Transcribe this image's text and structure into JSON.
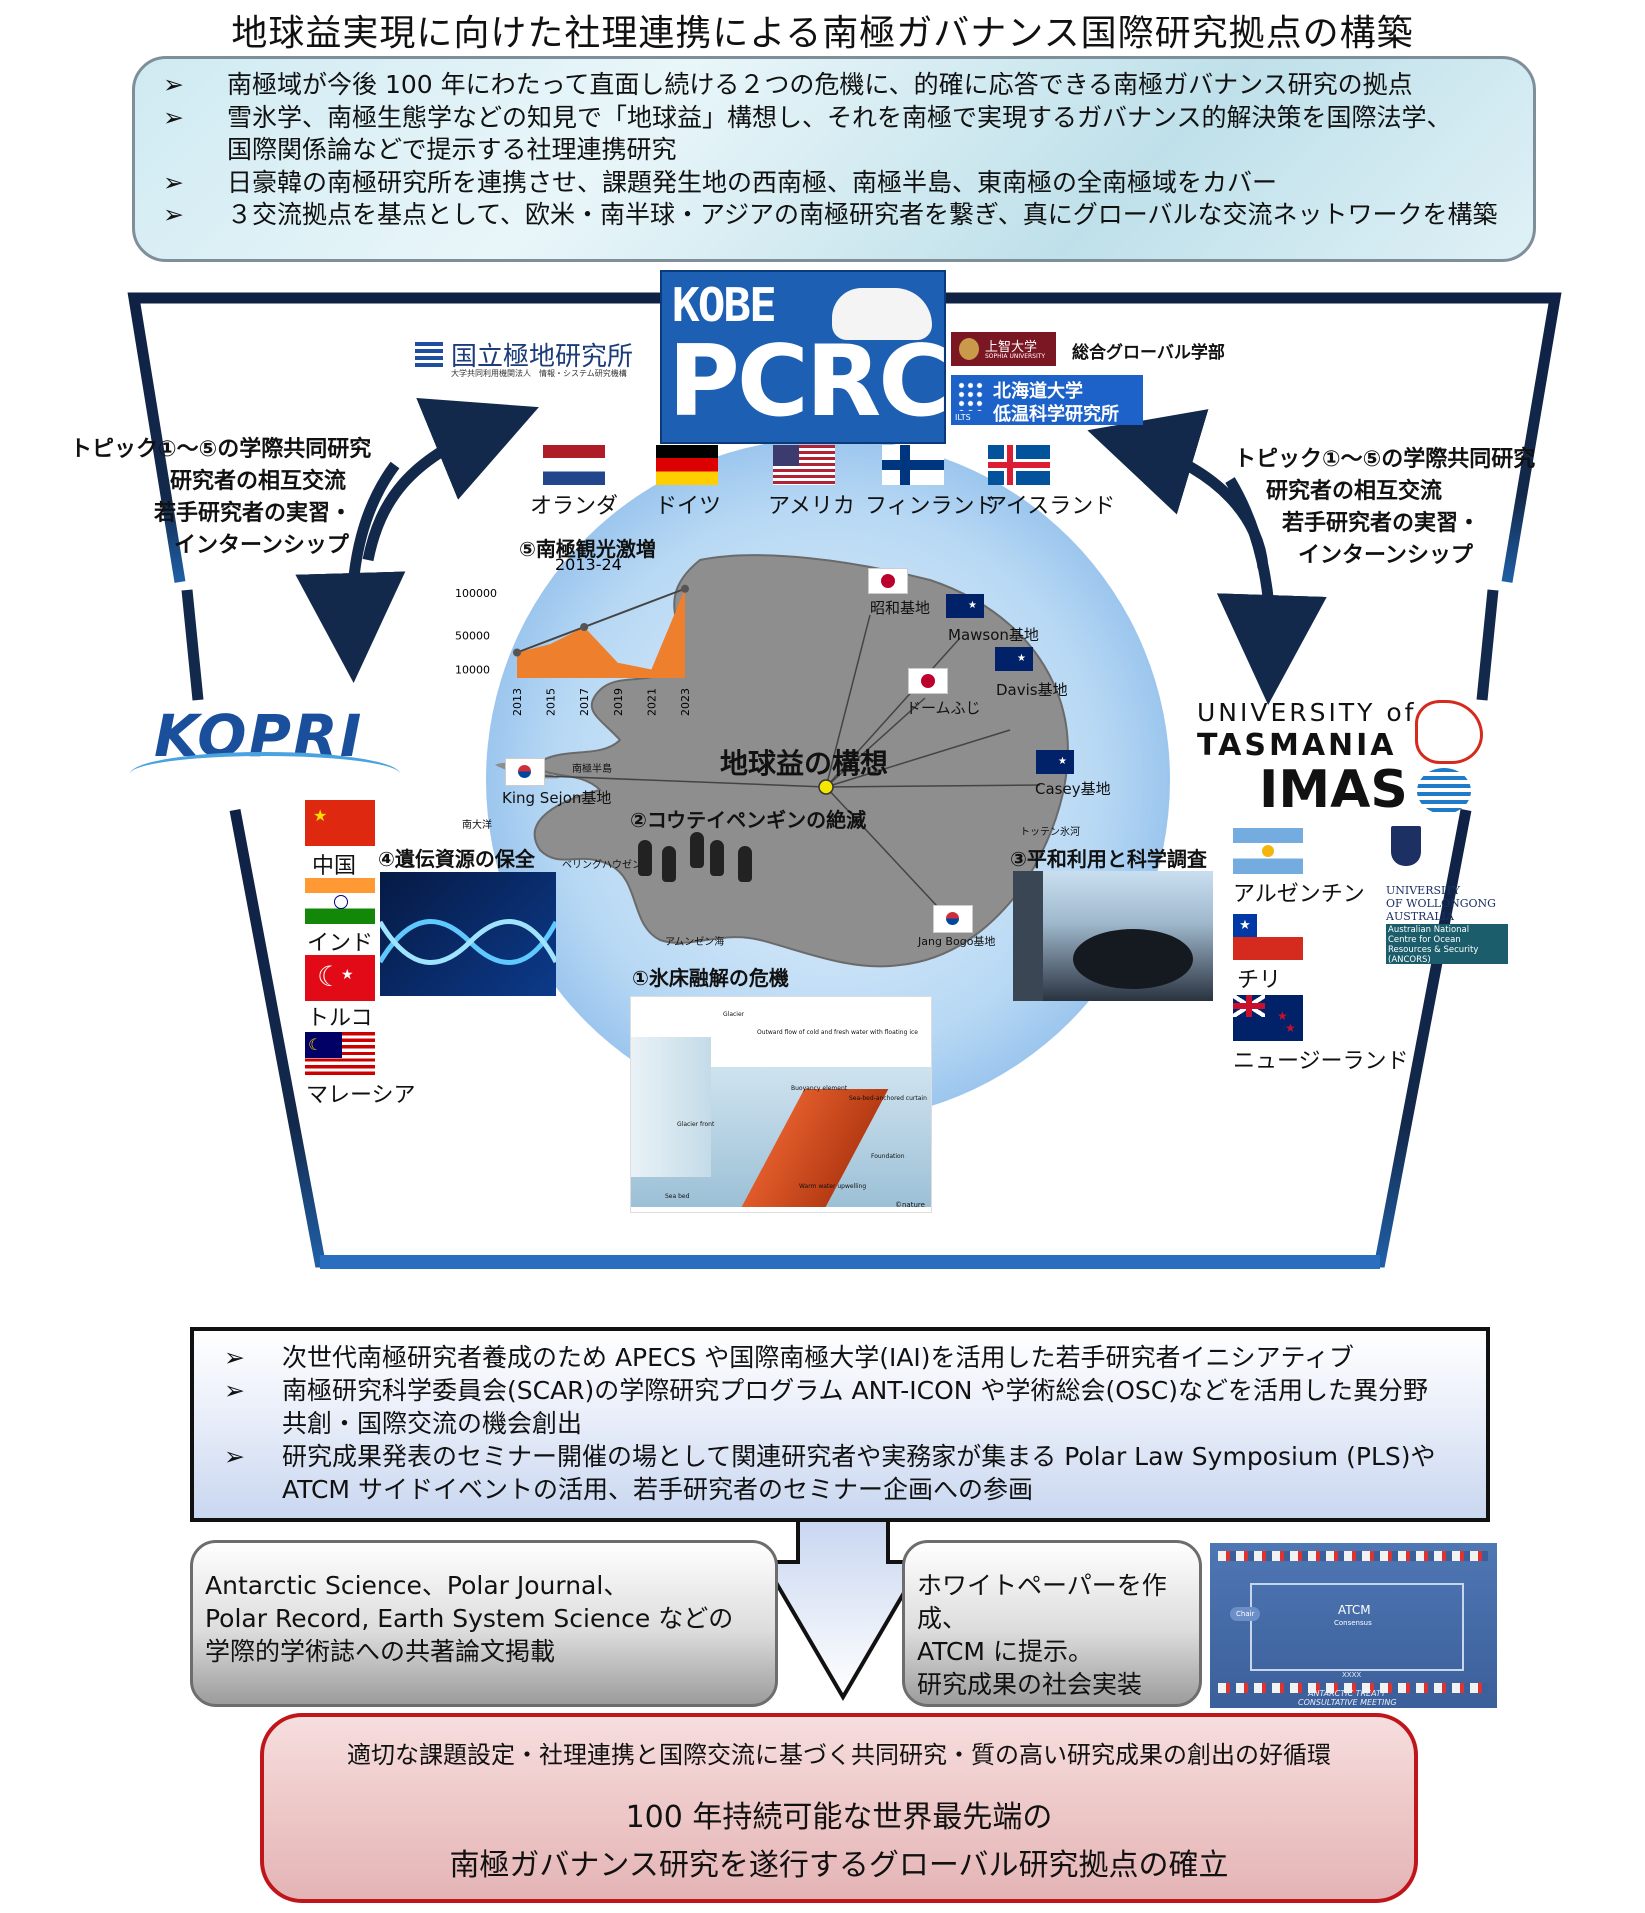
{
  "title": "地球益実現に向けた社理連携による南極ガバナンス国際研究拠点の構築",
  "top_bullets": {
    "marker": "➢",
    "b1": "南極域が今後 100 年にわたって直面し続ける２つの危機に、的確に応答できる南極ガバナンス研究の拠点",
    "b2a": "雪氷学、南極生態学などの知見で「地球益」構想し、それを南極で実現するガバナンス的解決策を国際法学、",
    "b2b": "国際関係論などで提示する社理連携研究",
    "b3": "日豪韓の南極研究所を連携させ、課題発生地の西南極、南極半島、東南極の全南極域をカバー",
    "b4": "３交流拠点を基点として、欧米・南半球・アジアの南極研究者を繋ぎ、真にグローバルな交流ネットワークを構築"
  },
  "logos": {
    "nipr": "国立極地研究所",
    "nipr_sub": "大学共同利用機関法人　情報・システム研究機構",
    "kobe": "KOBE",
    "pcrc": "PCRC",
    "sophia": "上智大学",
    "sophia_sub": "SOPHIA UNIVERSITY",
    "sophia_dept": "総合グローバル学部",
    "hokudai1": "北海道大学",
    "hokudai2": "低温科学研究所",
    "ilts": "ILTS",
    "kopri": "KOPRI",
    "utas1": "UNIVERSITY of",
    "utas2": "TASMANIA",
    "imas": "IMAS",
    "uow1": "UNIVERSITY",
    "uow2": "OF WOLLONGONG",
    "uow3": "AUSTRALIA",
    "ancors1": "Australian National",
    "ancors2": "Centre for Ocean",
    "ancors3": "Resources & Security",
    "ancors4": "(ANCORS)"
  },
  "topics_left": [
    "トピック①～⑤の学際共同研究",
    "研究者の相互交流",
    "若手研究者の実習・",
    "インターンシップ"
  ],
  "topics_right": [
    "トピック①～⑤の学際共同研究",
    "研究者の相互交流",
    "若手研究者の実習・",
    "インターンシップ"
  ],
  "flags_top": [
    "オランダ",
    "ドイツ",
    "アメリカ",
    "フィンランド",
    "アイスランド"
  ],
  "flags_left": [
    "中国",
    "インド",
    "トルコ",
    "マレーシア"
  ],
  "flags_right": [
    "アルゼンチン",
    "チリ",
    "ニュージーランド"
  ],
  "map": {
    "center": "地球益の構想",
    "t1": "①氷床融解の危機",
    "t2": "②コウテイペンギンの絶滅",
    "t3": "③平和利用と科学調査",
    "t4": "④遺伝資源の保全",
    "t5": "⑤南極観光激増",
    "bases": [
      "昭和基地",
      "Mawson基地",
      "ドームふじ",
      "Davis基地",
      "Casey基地",
      "King Sejon基地",
      "Jang Bogo基地"
    ],
    "places": [
      "南極半島",
      "南大洋",
      "ベリングハウゼン海",
      "アムンゼン海",
      "トッテン氷河"
    ]
  },
  "ice_fig": {
    "labels": [
      "Glacier",
      "Outward flow of cold and fresh water with floating ice",
      "Buoyancy element",
      "Sea-bed-anchored curtain",
      "Glacier front",
      "Foundation",
      "Sea bed",
      "Warm water upwelling",
      "©nature"
    ]
  },
  "chart_data": {
    "type": "area",
    "title": "2013-24",
    "x": [
      "2013",
      "2015",
      "2017",
      "2019",
      "2021",
      "2023"
    ],
    "y": [
      30000,
      40000,
      60000,
      18000,
      10000,
      105000
    ],
    "yticks": [
      "100000",
      "50000",
      "10000"
    ],
    "ylim": [
      0,
      120000
    ]
  },
  "mid_bullets": {
    "marker": "➢",
    "b1": "次世代南極研究者養成のため APECS や国際南極大学(IAI)を活用した若手研究者イニシアティブ",
    "b2a": "南極研究科学委員会(SCAR)の学際研究プログラム ANT-ICON や学術総会(OSC)などを活用した異分野",
    "b2b": "共創・国際交流の機会創出",
    "b3a": "研究成果発表のセミナー開催の場として関連研究者や実務家が集まる Polar Law Symposium (PLS)や",
    "b3b": "ATCM サイドイベントの活用、若手研究者のセミナー企画への参画"
  },
  "box_left": [
    "Antarctic Science、Polar Journal、",
    "Polar Record, Earth System Science などの",
    "学際的学術誌への共著論文掲載"
  ],
  "box_right": [
    "ホワイトペーパーを作成、",
    "ATCM に提示。",
    "研究成果の社会実装"
  ],
  "atcm_img": {
    "label": "ATCM",
    "sub": "Consensus",
    "chair": "Chair",
    "footer1": "XXXX",
    "footer2": "ANTARCTIC TREATY",
    "footer3": "CONSULTATIVE MEETING"
  },
  "bottom": {
    "line1": "適切な課題設定・社理連携と国際交流に基づく共同研究・質の高い研究成果の創出の好循環",
    "line2": "100 年持続可能な世界最先端の",
    "line3": "南極ガバナンス研究を遂行するグローバル研究拠点の確立"
  },
  "colors": {
    "frame": "#13294b",
    "accent_blue": "#1a4fb5",
    "red": "#c0151b",
    "orange": "#ee7f2d",
    "ice": "#a7cff2"
  }
}
